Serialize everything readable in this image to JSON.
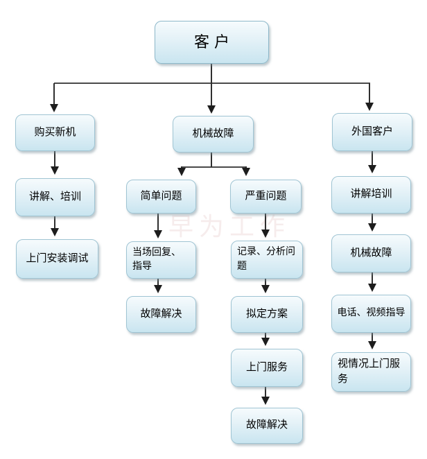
{
  "diagram": {
    "title": "customer-service-flowchart",
    "nodes": [
      {
        "id": "customer",
        "label": "客户"
      },
      {
        "id": "buy-new-machine",
        "label": "购买新机"
      },
      {
        "id": "mechanical-fault",
        "label": "机械故障"
      },
      {
        "id": "foreign-customer",
        "label": "外国客户"
      },
      {
        "id": "explain-and-training",
        "label": "讲解、培训"
      },
      {
        "id": "onsite-install-debug",
        "label": "上门安装调试"
      },
      {
        "id": "simple-problem",
        "label": "简单问题"
      },
      {
        "id": "serious-problem",
        "label": "严重问题"
      },
      {
        "id": "onsite-reply-guidance",
        "label": "当场回复、指导"
      },
      {
        "id": "record-analyze-problem",
        "label": "记录、分析问题"
      },
      {
        "id": "fault-resolved-left",
        "label": "故障解决"
      },
      {
        "id": "draft-plan",
        "label": "拟定方案"
      },
      {
        "id": "onsite-service",
        "label": "上门服务"
      },
      {
        "id": "fault-resolved-bottom",
        "label": "故障解决"
      },
      {
        "id": "explain-training",
        "label": "讲解培训"
      },
      {
        "id": "mechanical-fault-foreign",
        "label": "机械故障"
      },
      {
        "id": "phone-video-guidance",
        "label": "电话、视频指导"
      },
      {
        "id": "situational-onsite-service",
        "label": "视情况上门服务"
      }
    ],
    "edges": [
      {
        "from": "customer",
        "to": "buy-new-machine"
      },
      {
        "from": "customer",
        "to": "mechanical-fault"
      },
      {
        "from": "customer",
        "to": "foreign-customer"
      },
      {
        "from": "buy-new-machine",
        "to": "explain-and-training"
      },
      {
        "from": "explain-and-training",
        "to": "onsite-install-debug"
      },
      {
        "from": "mechanical-fault",
        "to": "simple-problem"
      },
      {
        "from": "mechanical-fault",
        "to": "serious-problem"
      },
      {
        "from": "simple-problem",
        "to": "onsite-reply-guidance"
      },
      {
        "from": "onsite-reply-guidance",
        "to": "fault-resolved-left"
      },
      {
        "from": "serious-problem",
        "to": "record-analyze-problem"
      },
      {
        "from": "record-analyze-problem",
        "to": "draft-plan"
      },
      {
        "from": "draft-plan",
        "to": "onsite-service"
      },
      {
        "from": "onsite-service",
        "to": "fault-resolved-bottom"
      },
      {
        "from": "foreign-customer",
        "to": "explain-training"
      },
      {
        "from": "explain-training",
        "to": "mechanical-fault-foreign"
      },
      {
        "from": "mechanical-fault-foreign",
        "to": "phone-video-guidance"
      },
      {
        "from": "phone-video-guidance",
        "to": "situational-onsite-service"
      }
    ]
  },
  "watermark": {
    "text": "早为工作"
  },
  "colors": {
    "node_fill_top": "#f6fbfd",
    "node_fill_bottom": "#c9e5f0",
    "node_border": "#9fc4d3",
    "connector": "#2f2f2f",
    "background": "#ffffff"
  }
}
